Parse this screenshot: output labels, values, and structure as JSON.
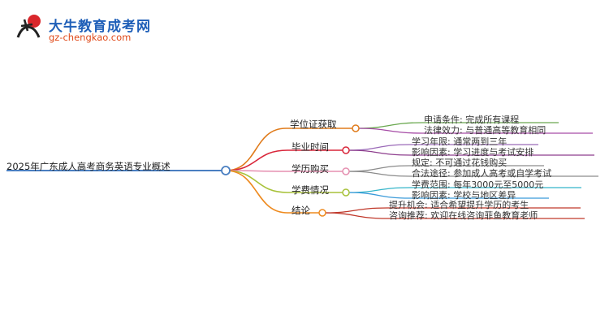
{
  "logo": {
    "name": "大牛教育成考网",
    "url": "gz-chengkao.com"
  },
  "mindmap": {
    "root": "2025年广东成人高考商务英语专业概述",
    "branches": [
      {
        "label": "学位证获取",
        "color": "#e07b1b",
        "children": [
          "申请条件: 完成所有课程",
          "法律效力: 与普通高等教育相同"
        ],
        "child_colors": [
          "#6aa84f",
          "#a64ca6"
        ]
      },
      {
        "label": "毕业时间",
        "color": "#d9263a",
        "children": [
          "学习年限: 通常两到三年",
          "影响因素: 学习进度与考试安排"
        ],
        "child_colors": [
          "#9b6ab8",
          "#8e3f8e"
        ]
      },
      {
        "label": "学历购买",
        "color": "#e58fb0",
        "children": [
          "规定: 不可通过花钱购买",
          "合法途径: 参加成人高考或自学考试"
        ],
        "child_colors": [
          "#8c8c8c",
          "#8c8c8c"
        ]
      },
      {
        "label": "学费情况",
        "color": "#a8c23a",
        "children": [
          "学费范围: 每年3000元至5000元",
          "影响因素: 学校与地区差异"
        ],
        "child_colors": [
          "#34b5c9",
          "#3a9ad9"
        ]
      },
      {
        "label": "结论",
        "color": "#ee8a1e",
        "children": [
          "提升机会: 适合希望提升学历的考生",
          "咨询推荐: 欢迎在线咨询菲鱼教育老师"
        ],
        "child_colors": [
          "#c0392b",
          "#c0392b"
        ]
      }
    ],
    "root_color": "#4a7fc1"
  }
}
